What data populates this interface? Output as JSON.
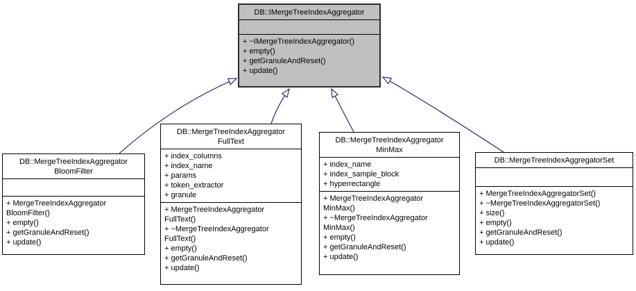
{
  "diagram": {
    "type": "uml-class-inheritance",
    "colors": {
      "edge": "#191970",
      "base_node_fill": "#c0c0c0",
      "node_fill": "#ffffff",
      "node_border": "#000000",
      "background": "#ffffff"
    }
  },
  "classes": [
    {
      "id": "base",
      "name": "DB::IMergeTreeIndexAggregator",
      "attributes": [],
      "methods": [
        "+ ~IMergeTreeIndexAggregator()",
        "+ empty()",
        "+ getGranuleAndReset()",
        "+ update()"
      ]
    },
    {
      "id": "bloomfilter",
      "name": "DB::MergeTreeIndexAggregator\nBloomFilter",
      "attributes": [],
      "methods": [
        "+ MergeTreeIndexAggregator\nBloomFilter()",
        "+ empty()",
        "+ getGranuleAndReset()",
        "+ update()"
      ]
    },
    {
      "id": "fulltext",
      "name": "DB::MergeTreeIndexAggregator\nFullText",
      "attributes": [
        "+ index_columns",
        "+ index_name",
        "+ params",
        "+ token_extractor",
        "+ granule"
      ],
      "methods": [
        "+ MergeTreeIndexAggregator\nFullText()",
        "+ ~MergeTreeIndexAggregator\nFullText()",
        "+ empty()",
        "+ getGranuleAndReset()",
        "+ update()"
      ]
    },
    {
      "id": "minmax",
      "name": "DB::MergeTreeIndexAggregator\nMinMax",
      "attributes": [
        "+ index_name",
        "+ index_sample_block",
        "+ hyperrectangle"
      ],
      "methods": [
        "+ MergeTreeIndexAggregator\nMinMax()",
        "+ ~MergeTreeIndexAggregator\nMinMax()",
        "+ empty()",
        "+ getGranuleAndReset()",
        "+ update()"
      ]
    },
    {
      "id": "set",
      "name": "DB::MergeTreeIndexAggregatorSet",
      "attributes": [],
      "methods": [
        "+ MergeTreeIndexAggregatorSet()",
        "+ ~MergeTreeIndexAggregatorSet()",
        "+ size()",
        "+ empty()",
        "+ getGranuleAndReset()",
        "+ update()"
      ]
    }
  ],
  "edges": [
    {
      "from": "DB::MergeTreeIndexAggregatorBloomFilter",
      "to": "DB::IMergeTreeIndexAggregator",
      "kind": "inheritance"
    },
    {
      "from": "DB::MergeTreeIndexAggregatorFullText",
      "to": "DB::IMergeTreeIndexAggregator",
      "kind": "inheritance"
    },
    {
      "from": "DB::MergeTreeIndexAggregatorMinMax",
      "to": "DB::IMergeTreeIndexAggregator",
      "kind": "inheritance"
    },
    {
      "from": "DB::MergeTreeIndexAggregatorSet",
      "to": "DB::IMergeTreeIndexAggregator",
      "kind": "inheritance"
    }
  ]
}
